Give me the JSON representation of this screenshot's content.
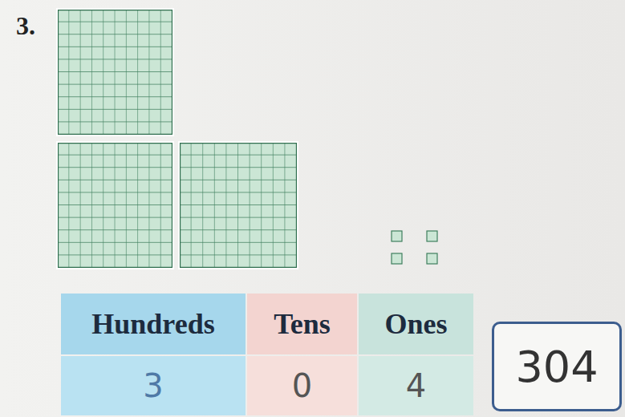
{
  "diagram": {
    "nodes": [
      {
        "text": [
          "304"
        ]
      }
    ],
    "labels": [
      "3.",
      "Hundreds",
      "Tens",
      "Ones",
      "3",
      "0",
      "4"
    ]
  }
}
